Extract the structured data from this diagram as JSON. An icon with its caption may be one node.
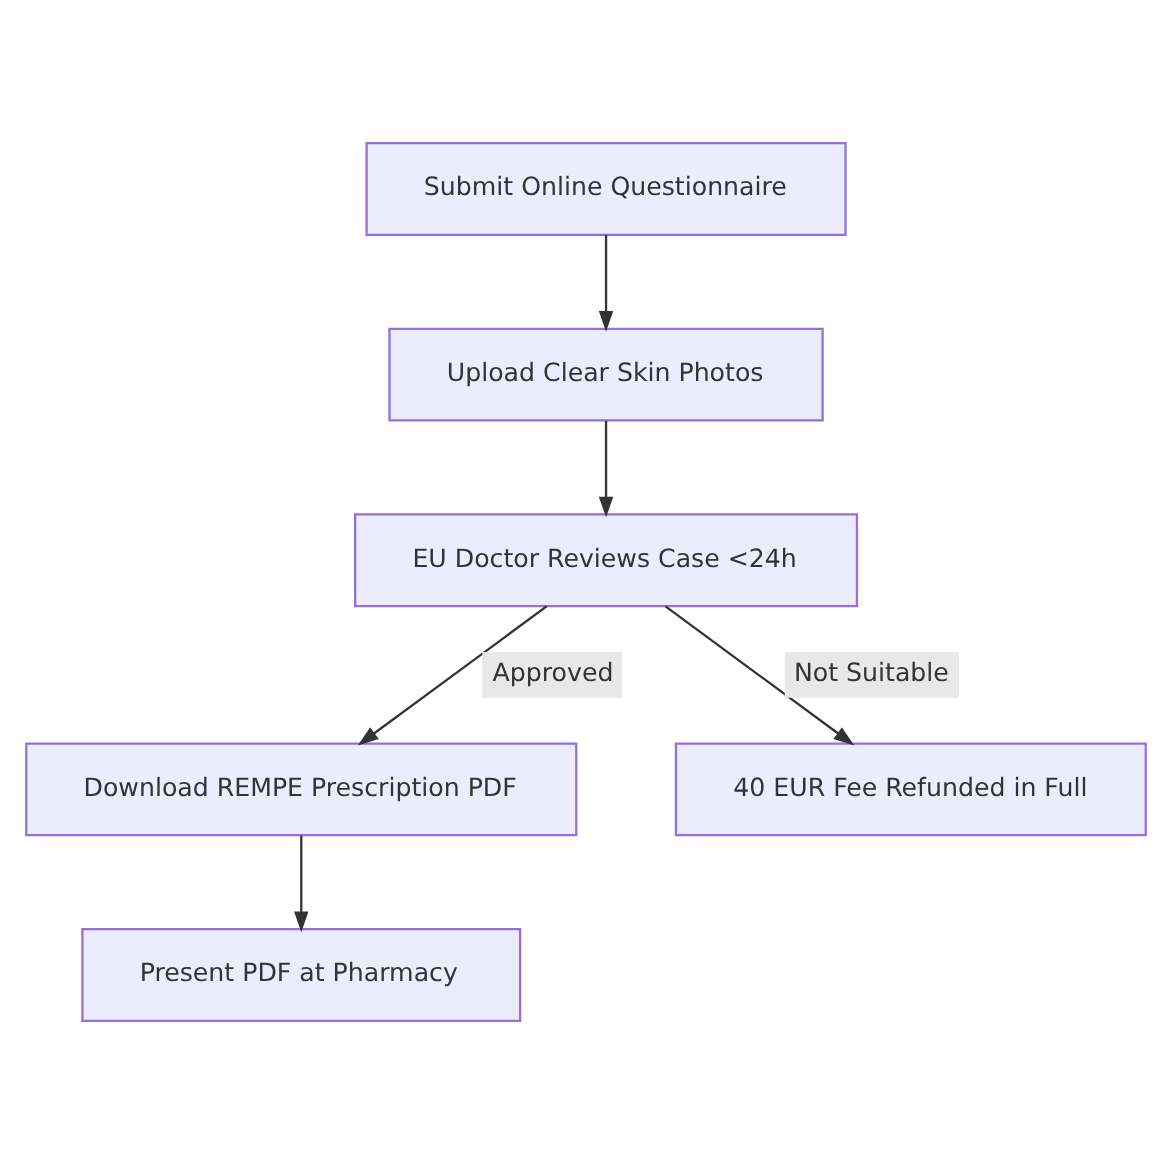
{
  "diagram": {
    "nodes": [
      {
        "text": [
          "Submit Online Questionnaire"
        ]
      },
      {
        "text": [
          "Upload Clear Skin Photos"
        ]
      },
      {
        "text": [
          "EU Doctor Reviews Case <24h"
        ]
      },
      {
        "text": [
          "Download REMPE Prescription PDF"
        ]
      },
      {
        "text": [
          "40 EUR Fee Refunded in Full"
        ]
      },
      {
        "text": [
          "Present PDF at Pharmacy"
        ]
      }
    ],
    "edges": [
      {
        "from": 0,
        "to": 1,
        "arrow": "to"
      },
      {
        "from": 1,
        "to": 2,
        "arrow": "to"
      },
      {
        "from": 2,
        "to": 3,
        "arrow": "to",
        "label": "Approved"
      },
      {
        "from": 2,
        "to": 4,
        "arrow": "to",
        "label": "Not Suitable"
      },
      {
        "from": 3,
        "to": 5,
        "arrow": "to"
      }
    ]
  }
}
